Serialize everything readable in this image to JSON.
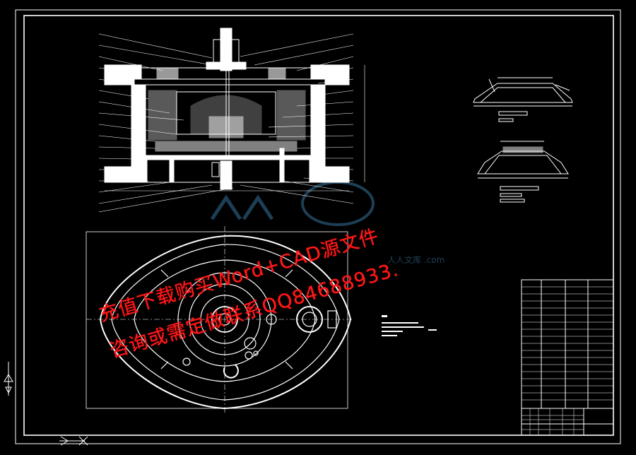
{
  "watermark": {
    "line1": "充值下载购买Word+CAD源文件",
    "line2": "咨询或需定做联系QQ84688933."
  },
  "logo_text": "人人文库 .com",
  "colors": {
    "background": "#000000",
    "line": "#ffffff",
    "watermark": "#ff1a1a",
    "logo": "#2a5a7a"
  }
}
